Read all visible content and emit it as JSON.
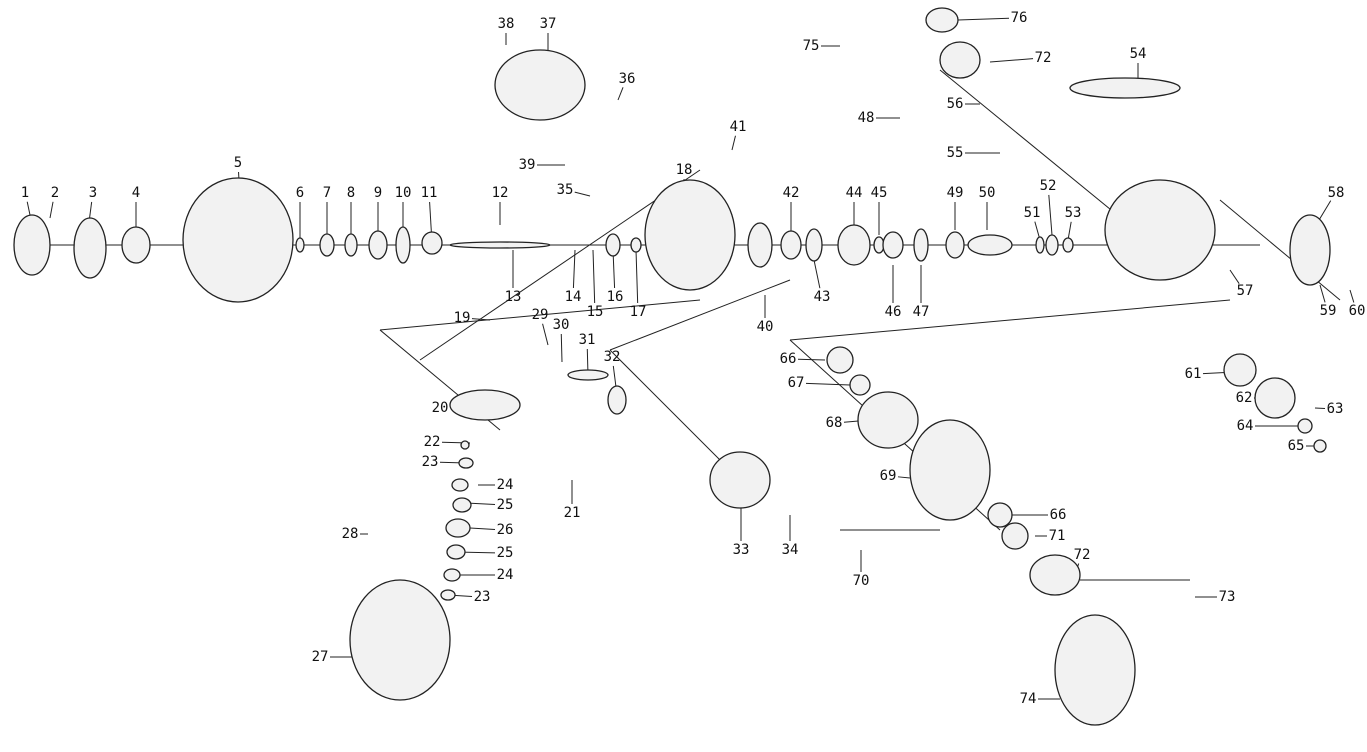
{
  "diagram": {
    "type": "exploded parts diagram",
    "callouts": [
      "1",
      "2",
      "3",
      "4",
      "5",
      "6",
      "7",
      "8",
      "9",
      "10",
      "11",
      "12",
      "13",
      "14",
      "15",
      "16",
      "17",
      "18",
      "19",
      "20",
      "21",
      "22",
      "23",
      "24",
      "25",
      "26",
      "25",
      "24",
      "23",
      "27",
      "28",
      "29",
      "30",
      "31",
      "32",
      "33",
      "34",
      "35",
      "36",
      "37",
      "38",
      "39",
      "40",
      "41",
      "42",
      "43",
      "44",
      "45",
      "46",
      "47",
      "48",
      "49",
      "50",
      "51",
      "52",
      "53",
      "54",
      "55",
      "56",
      "57",
      "58",
      "59",
      "60",
      "61",
      "62",
      "63",
      "64",
      "65",
      "66",
      "67",
      "68",
      "69",
      "66",
      "71",
      "72",
      "73",
      "70",
      "74",
      "75",
      "76",
      "72"
    ]
  }
}
